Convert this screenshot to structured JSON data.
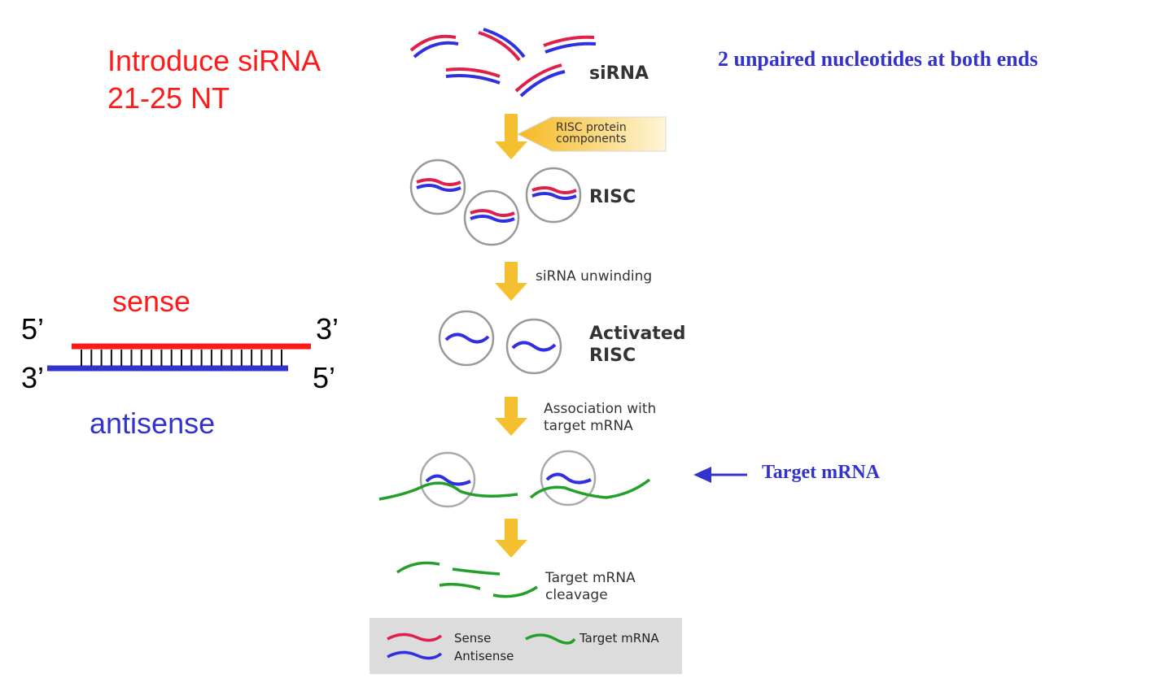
{
  "title": {
    "line1": "Introduce siRNA",
    "line2": "21-25 NT"
  },
  "note_top": "2 unpaired nucleotides at both ends",
  "duplex": {
    "sense_label": "sense",
    "antisense_label": "antisense",
    "top_left": "5’",
    "top_right": "3’",
    "bottom_left": "3’",
    "bottom_right": "5’"
  },
  "steps": {
    "sirna": "siRNA",
    "risc_protein_line1": "RISC protein",
    "risc_protein_line2": "components",
    "risc": "RISC",
    "unwinding": "siRNA unwinding",
    "activated_line1": "Activated",
    "activated_line2": "RISC",
    "association_line1": "Association with",
    "association_line2": "target mRNA",
    "target_pointer": "Target mRNA",
    "cleavage_line1": "Target mRNA",
    "cleavage_line2": "cleavage"
  },
  "legend": {
    "sense": "Sense",
    "antisense": "Antisense",
    "target": "Target mRNA"
  },
  "colors": {
    "sense": "#e0204a",
    "antisense": "#3030e0",
    "target": "#22a02a",
    "arrow": "#f5c030",
    "title_red": "#ff1a1a",
    "label_blue": "#3333cc"
  }
}
